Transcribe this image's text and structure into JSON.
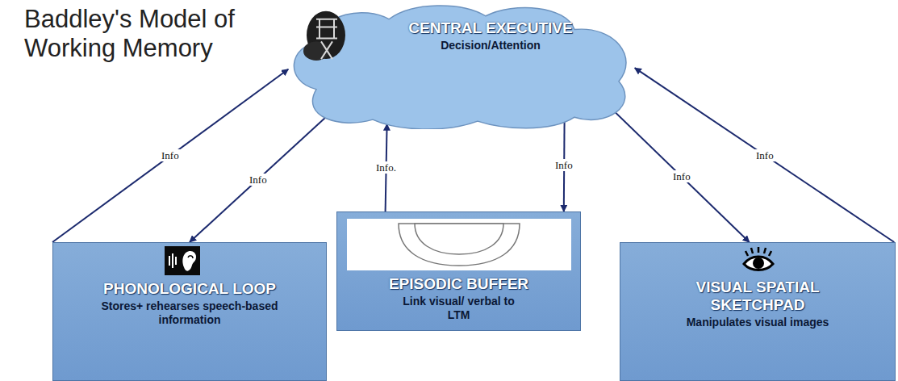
{
  "diagram": {
    "title": "Baddley's Model of Working Memory",
    "nodes": [
      {
        "text": [
          "CENTRAL EXECUTIVE",
          "Decision/Attention"
        ]
      },
      {
        "text": [
          "PHONOLOGICAL LOOP",
          "Stores+ rehearses speech-based information"
        ]
      },
      {
        "text": [
          "EPISODIC BUFFER",
          "Link visual/ verbal to LTM"
        ]
      },
      {
        "text": [
          "VISUAL SPATIAL SKETCHPAD",
          "Manipulates visual images"
        ]
      }
    ],
    "edges": [
      {
        "from": 1,
        "to": 0,
        "label": "Info",
        "arrow": "to"
      },
      {
        "from": 0,
        "to": 1,
        "label": "Info",
        "arrow": "to"
      },
      {
        "from": 2,
        "to": 0,
        "label": "Info.",
        "arrow": "to"
      },
      {
        "from": 0,
        "to": 2,
        "label": "Info",
        "arrow": "to"
      },
      {
        "from": 0,
        "to": 3,
        "label": "Info",
        "arrow": "to"
      },
      {
        "from": 3,
        "to": 0,
        "label": "Info",
        "arrow": "to"
      }
    ]
  }
}
